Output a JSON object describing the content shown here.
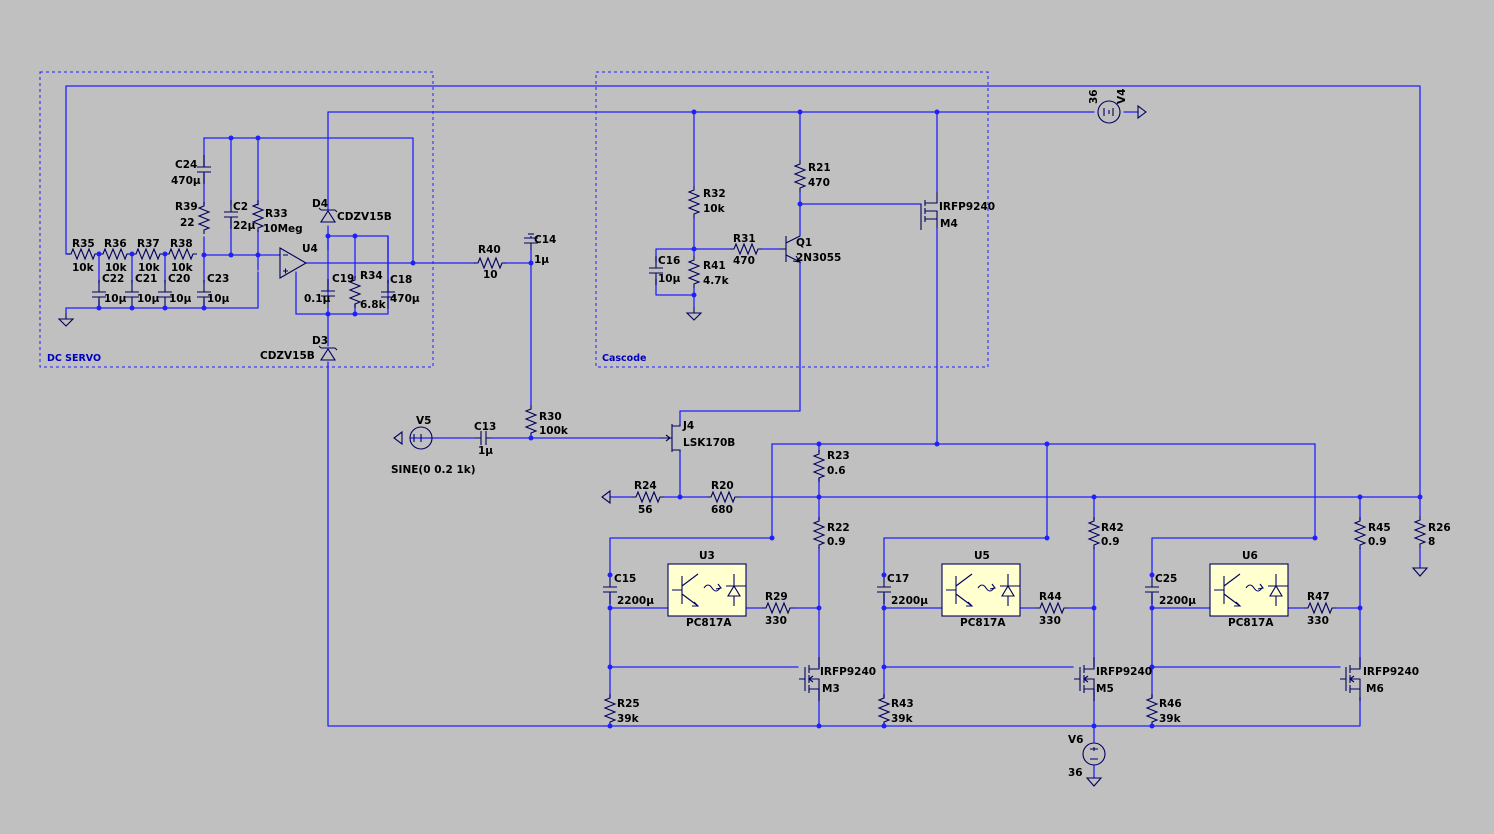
{
  "sections": {
    "dc_servo": "DC SERVO",
    "cascode": "Cascode"
  },
  "labels": {
    "R35": "R35",
    "R35v": "10k",
    "R36": "R36",
    "R36v": "10k",
    "R37": "R37",
    "R37v": "10k",
    "R38": "R38",
    "R38v": "10k",
    "C22": "C22",
    "C22v": "10µ",
    "C21": "C21",
    "C21v": "10µ",
    "C20": "C20",
    "C20v": "10µ",
    "C23": "C23",
    "C23v": "10µ",
    "C24": "C24",
    "C24v": "470µ",
    "R39": "R39",
    "R39v": "22",
    "C2": "C2",
    "C2v": "22µ",
    "R33": "R33",
    "R33v": "10Meg",
    "U4": "U4",
    "D4": "D4",
    "D4v": "CDZV15B",
    "C19": "C19",
    "C19v": "0.1µ",
    "R34": "R34",
    "R34v": "6.8k",
    "C18": "C18",
    "C18v": "470µ",
    "D3": "D3",
    "D3v": "CDZV15B",
    "R40": "R40",
    "R40v": "10",
    "C14": "C14",
    "C14v": "1µ",
    "R32": "R32",
    "R32v": "10k",
    "C16": "C16",
    "C16v": "10µ",
    "R41": "R41",
    "R41v": "4.7k",
    "R31": "R31",
    "R31v": "470",
    "Q1": "Q1",
    "Q1v": "2N3055",
    "R21": "R21",
    "R21v": "470",
    "M4v": "IRFP9240",
    "M4": "M4",
    "V4": "V4",
    "V4v": "36",
    "V5": "V5",
    "V5v": "SINE(0 0.2 1k)",
    "C13": "C13",
    "C13v": "1µ",
    "R30": "R30",
    "R30v": "100k",
    "J4": "J4",
    "J4v": "LSK170B",
    "R24": "R24",
    "R24v": "56",
    "R20": "R20",
    "R20v": "680",
    "R23": "R23",
    "R23v": "0.6",
    "R22": "R22",
    "R22v": "0.9",
    "R42": "R42",
    "R42v": "0.9",
    "R45": "R45",
    "R45v": "0.9",
    "R26": "R26",
    "R26v": "8",
    "U3": "U3",
    "U3v": "PC817A",
    "U5": "U5",
    "U5v": "PC817A",
    "U6": "U6",
    "U6v": "PC817A",
    "C15": "C15",
    "C15v": "2200µ",
    "C17": "C17",
    "C17v": "2200µ",
    "C25": "C25",
    "C25v": "2200µ",
    "R29": "R29",
    "R29v": "330",
    "R44": "R44",
    "R44v": "330",
    "R47": "R47",
    "R47v": "330",
    "M3v": "IRFP9240",
    "M3": "M3",
    "M5v": "IRFP9240",
    "M5": "M5",
    "M6v": "IRFP9240",
    "M6": "M6",
    "R25": "R25",
    "R25v": "39k",
    "R43": "R43",
    "R43v": "39k",
    "R46": "R46",
    "R46v": "39k",
    "V6": "V6",
    "V6v": "36"
  }
}
